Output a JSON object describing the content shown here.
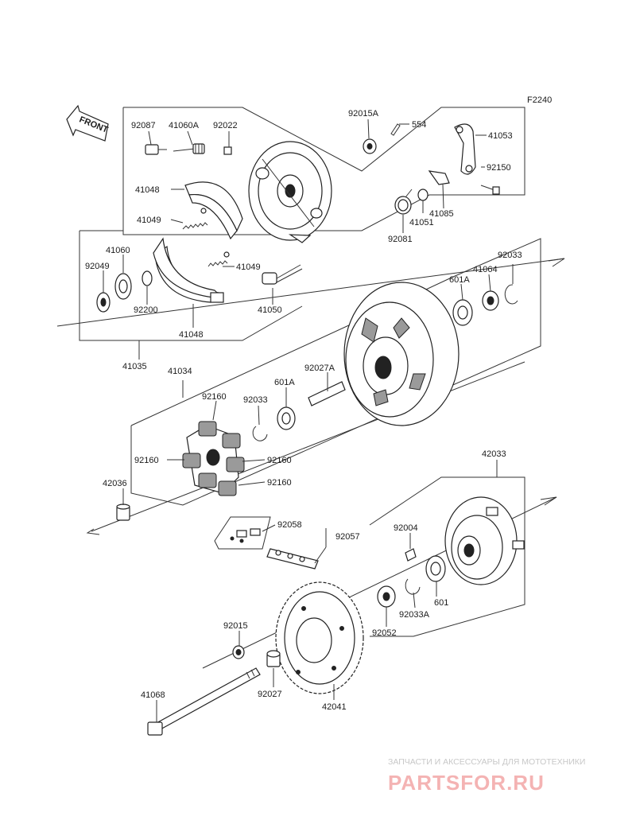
{
  "diagram_code": "F2240",
  "front_label": "FRONT",
  "part_numbers": {
    "p92087": "92087",
    "p41060A": "41060A",
    "p92022": "92022",
    "p92015A": "92015A",
    "p554": "554",
    "p41053": "41053",
    "p41048_top": "41048",
    "p41049_top": "41049",
    "p92150": "92150",
    "p41085": "41085",
    "p41051": "41051",
    "p92081": "92081",
    "p41060": "41060",
    "p92049": "92049",
    "p41049_mid": "41049",
    "p92200": "92200",
    "p41048_bot": "41048",
    "p41050": "41050",
    "p41035": "41035",
    "p92033_top": "92033",
    "p41064": "41064",
    "p601A_top": "601A",
    "p41034": "41034",
    "p92027A": "92027A",
    "p92160_top": "92160",
    "p92033_mid": "92033",
    "p601A_mid": "601A",
    "p92160_left": "92160",
    "p92160_right": "92160",
    "p92160_bot": "92160",
    "p42036": "42036",
    "p42033": "42033",
    "p92058": "92058",
    "p92057": "92057",
    "p92004": "92004",
    "p601": "601",
    "p92033A": "92033A",
    "p92052": "92052",
    "p92015": "92015",
    "p92027": "92027",
    "p42041": "42041",
    "p41068": "41068"
  },
  "watermark": {
    "caption": "ЗАПЧАСТИ И АКСЕССУАРЫ ДЛЯ МОТОТЕХНИКИ",
    "brand": "PARTSFOR.RU"
  }
}
